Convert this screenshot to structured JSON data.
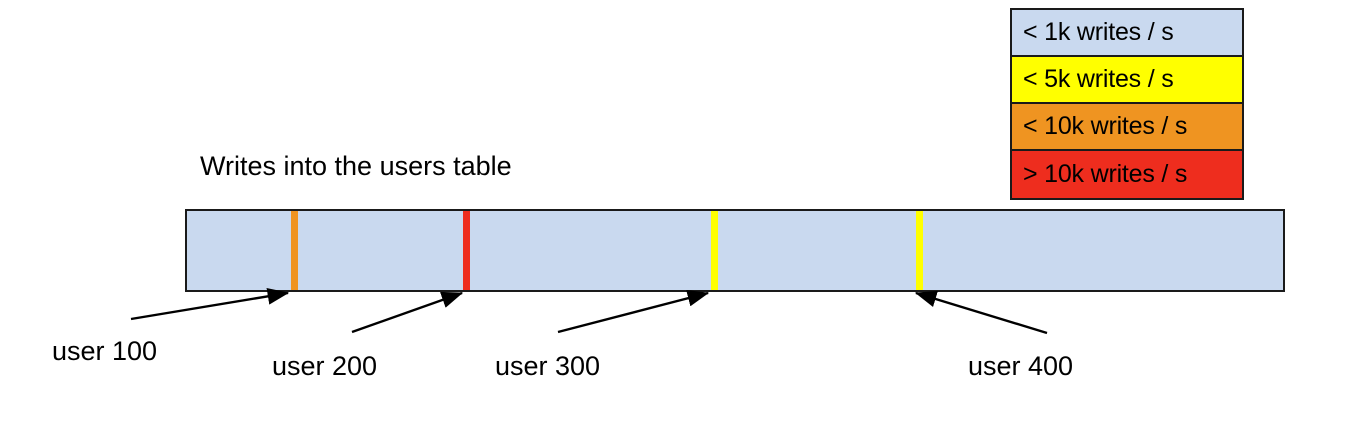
{
  "chart_data": {
    "type": "table",
    "title": "Writes into the users table",
    "xlabel": "",
    "ylabel": "",
    "grid": false,
    "legend_position": "top-right",
    "legend": [
      {
        "label": "< 1k writes / s",
        "color": "#c9d9ef",
        "threshold": "< 1k"
      },
      {
        "label": "< 5k writes / s",
        "color": "#ffff00",
        "threshold": "< 5k"
      },
      {
        "label": "< 10k writes / s",
        "color": "#ef9421",
        "threshold": "< 10k"
      },
      {
        "label": "> 10k writes / s",
        "color": "#ee2d1e",
        "threshold": "> 10k"
      }
    ],
    "bar": {
      "background_color": "#c9d9ef",
      "background_category": "< 1k writes / s",
      "border_color": "#1a1a1a",
      "stripes": [
        {
          "name": "user 100",
          "color": "#ef9421",
          "category": "< 10k writes / s",
          "position_pct": 9.5
        },
        {
          "name": "user 200",
          "color": "#ee2d1e",
          "category": "> 10k writes / s",
          "position_pct": 25.2
        },
        {
          "name": "user 300",
          "color": "#ffff00",
          "category": "< 5k writes / s",
          "position_pct": 47.8
        },
        {
          "name": "user 400",
          "color": "#ffff00",
          "category": "< 5k writes / s",
          "position_pct": 66.5
        }
      ]
    },
    "callouts": [
      {
        "label": "user 100",
        "target_stripe": "user 100"
      },
      {
        "label": "user 200",
        "target_stripe": "user 200"
      },
      {
        "label": "user 300",
        "target_stripe": "user 300"
      },
      {
        "label": "user 400",
        "target_stripe": "user 400"
      }
    ]
  },
  "legend": {
    "rows": [
      {
        "label": "< 1k writes / s"
      },
      {
        "label": "< 5k writes / s"
      },
      {
        "label": "< 10k writes / s"
      },
      {
        "label": "> 10k writes / s"
      }
    ]
  },
  "diagram": {
    "title": "Writes into the users table",
    "callouts": [
      {
        "label": "user 100"
      },
      {
        "label": "user 200"
      },
      {
        "label": "user 300"
      },
      {
        "label": "user 400"
      }
    ]
  },
  "colors": {
    "blue": "#c9d9ef",
    "yellow": "#ffff00",
    "orange": "#ef9421",
    "red": "#ee2d1e",
    "outline": "#1a1a1a",
    "background": "#ffffff"
  }
}
